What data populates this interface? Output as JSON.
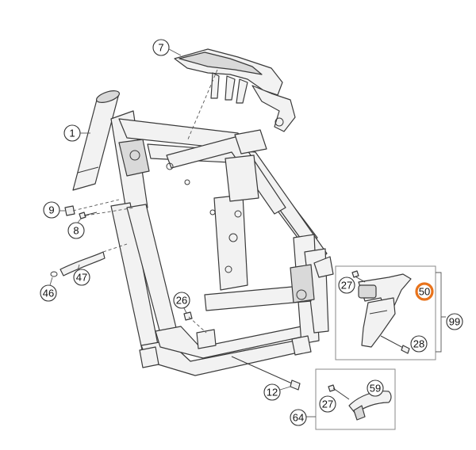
{
  "callouts": [
    {
      "label": "7",
      "highlight": false
    },
    {
      "label": "1",
      "highlight": false
    },
    {
      "label": "9",
      "highlight": false
    },
    {
      "label": "8",
      "highlight": false
    },
    {
      "label": "47",
      "highlight": false
    },
    {
      "label": "46",
      "highlight": false
    },
    {
      "label": "26",
      "highlight": false
    },
    {
      "label": "12",
      "highlight": false
    },
    {
      "label": "27",
      "highlight": false
    },
    {
      "label": "50",
      "highlight": true
    },
    {
      "label": "99",
      "highlight": false
    },
    {
      "label": "28",
      "highlight": false
    },
    {
      "label": "59",
      "highlight": false
    },
    {
      "label": "27",
      "highlight": false
    },
    {
      "label": "64",
      "highlight": false
    }
  ],
  "colors": {
    "highlight": "#e8731c",
    "line": "#3a3a3a"
  }
}
